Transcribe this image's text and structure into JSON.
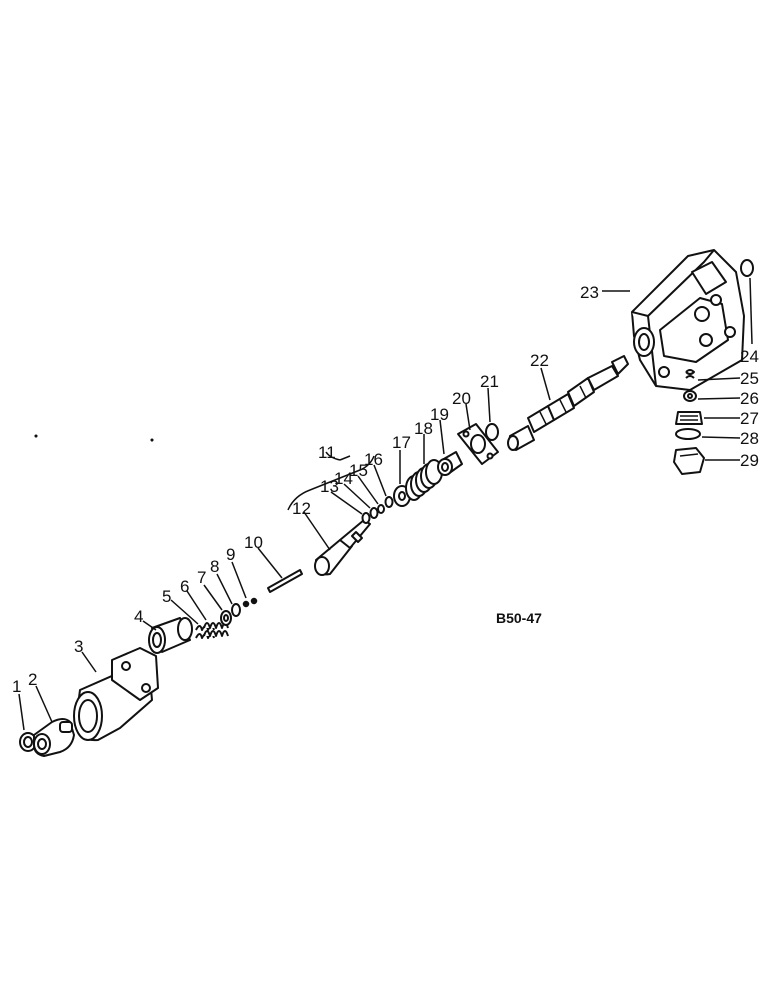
{
  "drawing_code": "B50-47",
  "labels": {
    "p1": "1",
    "p2": "2",
    "p3": "3",
    "p4": "4",
    "p5": "5",
    "p6": "6",
    "p7": "7",
    "p8": "8",
    "p9": "9",
    "p10": "10",
    "p11": "11",
    "p12": "12",
    "p13": "13",
    "p14": "14",
    "p15": "15",
    "p16": "16",
    "p17": "17",
    "p18": "18",
    "p19": "19",
    "p20": "20",
    "p21": "21",
    "p22": "22",
    "p23": "23",
    "p24": "24",
    "p25": "25",
    "p26": "26",
    "p27": "27",
    "p28": "28",
    "p29": "29"
  }
}
